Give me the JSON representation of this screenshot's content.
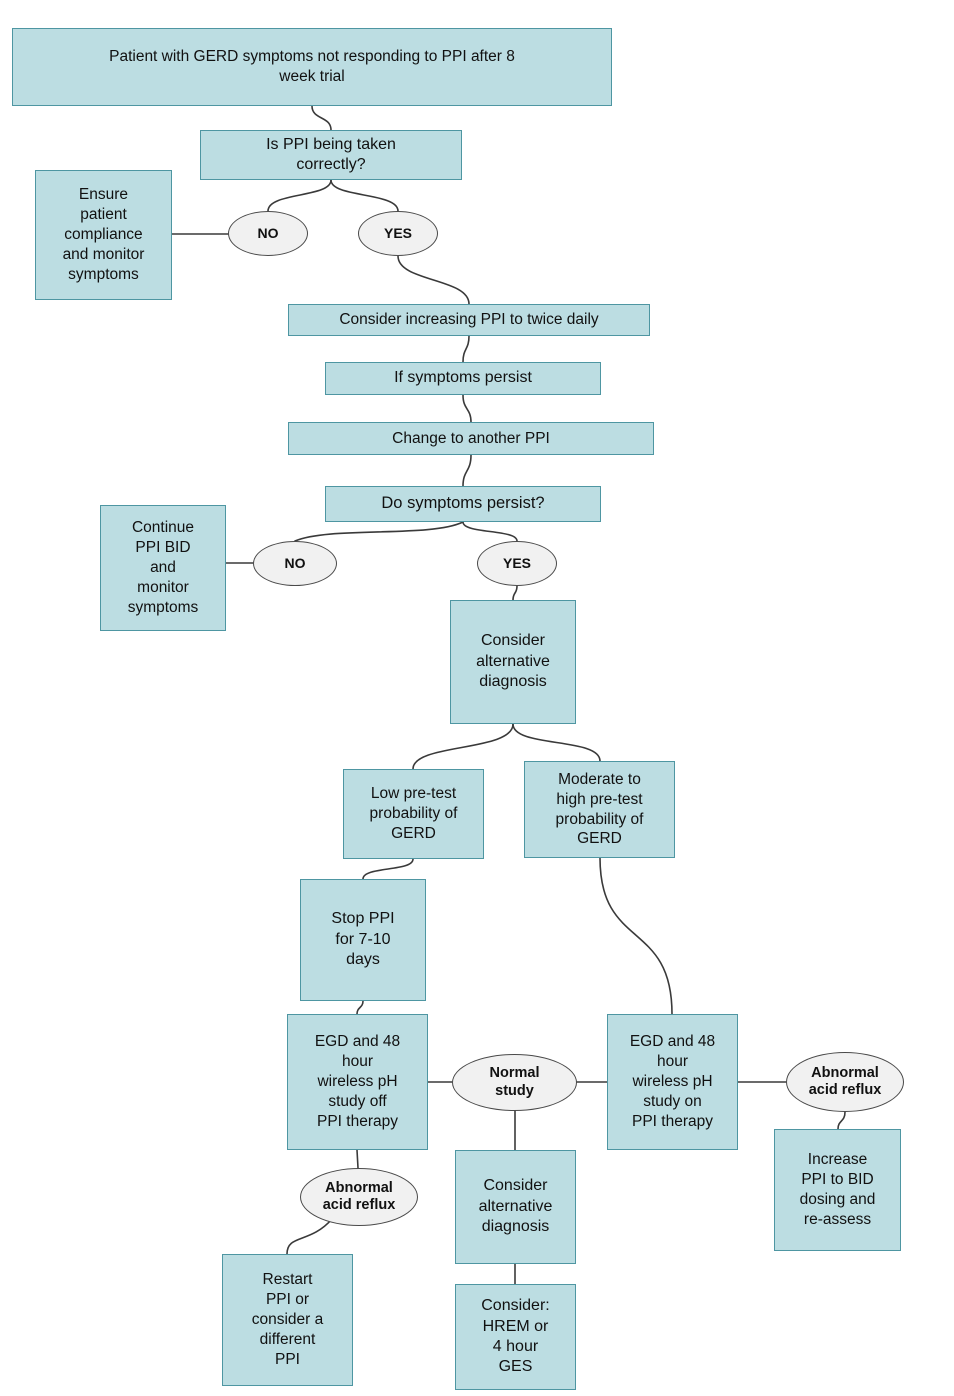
{
  "diagram": {
    "type": "flowchart",
    "title": "GERD symptoms not responding to PPI - management algorithm",
    "colors": {
      "box_fill": "#bcdde2",
      "box_border": "#4e96a2",
      "ellipse_fill": "#f1f1f1",
      "ellipse_border": "#4a4a4a",
      "line": "#3a3a3a"
    },
    "nodes": {
      "start": "Patient with GERD symptoms not responding to PPI after 8\nweek trial",
      "ppi_correct": "Is PPI being taken\ncorrectly?",
      "ensure_compliance": "Ensure\npatient\ncompliance\nand monitor\nsymptoms",
      "no1": "NO",
      "yes1": "YES",
      "increase_ppi": "Consider increasing PPI to twice daily",
      "symptoms_persist": "If symptoms persist",
      "change_ppi": "Change to another PPI",
      "do_symptoms_persist": "Do symptoms persist?",
      "continue_bid": "Continue\nPPI BID\nand\nmonitor\nsymptoms",
      "no2": "NO",
      "yes2": "YES",
      "alt_diagnosis1": "Consider\nalternative\ndiagnosis",
      "low_pretest": "Low pre-test\nprobability of\nGERD",
      "mod_high_pretest": "Moderate to\nhigh pre-test\nprobability of\nGERD",
      "stop_ppi": "Stop PPI\nfor 7-10\ndays",
      "egd_off": "EGD and 48\nhour\nwireless pH\nstudy off\nPPI therapy",
      "normal_study": "Normal\nstudy",
      "egd_on": "EGD and 48\nhour\nwireless pH\nstudy on\nPPI therapy",
      "abnormal_right": "Abnormal\nacid reflux",
      "increase_bid": "Increase\nPPI to BID\ndosing and\nre-assess",
      "abnormal_left": "Abnormal\nacid reflux",
      "alt_diagnosis2": "Consider\nalternative\ndiagnosis",
      "restart_ppi": "Restart\nPPI or\nconsider a\ndifferent\nPPI",
      "consider_hrem": "Consider:\nHREM or\n4 hour\nGES"
    }
  }
}
